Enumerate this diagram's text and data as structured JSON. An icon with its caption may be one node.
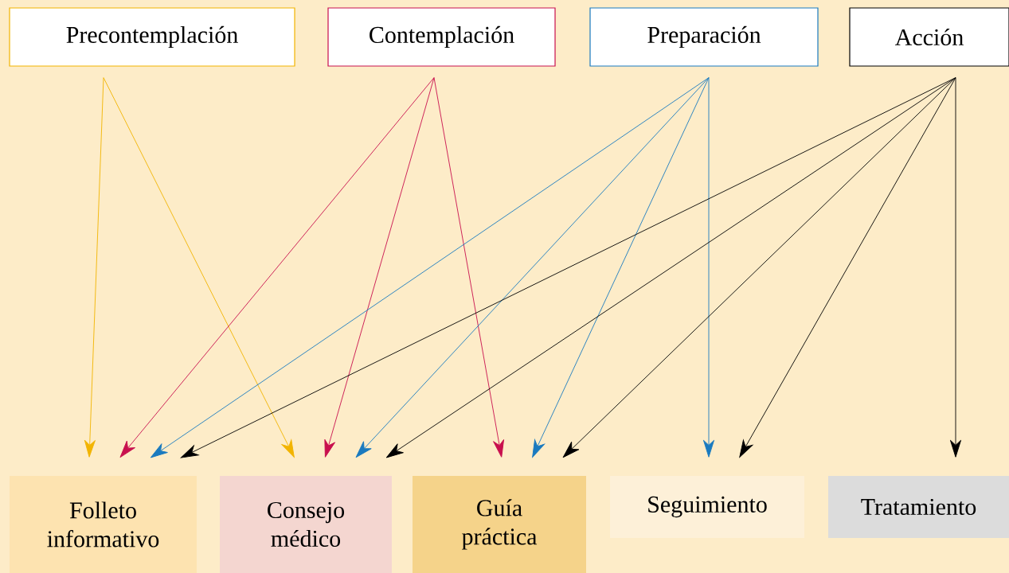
{
  "diagram": {
    "nodes": [
      {
        "text": [
          "Precontemplación"
        ]
      },
      {
        "text": [
          "Contemplación"
        ]
      },
      {
        "text": [
          "Preparación"
        ]
      },
      {
        "text": [
          "Acción"
        ]
      },
      {
        "text": [
          "Folleto informativo"
        ]
      },
      {
        "text": [
          "Consejo médico"
        ]
      },
      {
        "text": [
          "Guía práctica"
        ]
      },
      {
        "text": [
          "Seguimiento"
        ]
      },
      {
        "text": [
          "Tratamiento"
        ]
      }
    ],
    "edges": [
      {
        "from": 0,
        "to": 4,
        "arrow": "to",
        "color": "#f2b400"
      },
      {
        "from": 0,
        "to": 5,
        "arrow": "to",
        "color": "#f2b400"
      },
      {
        "from": 1,
        "to": 4,
        "arrow": "to",
        "color": "#c8104e"
      },
      {
        "from": 1,
        "to": 5,
        "arrow": "to",
        "color": "#c8104e"
      },
      {
        "from": 1,
        "to": 6,
        "arrow": "to",
        "color": "#c8104e"
      },
      {
        "from": 2,
        "to": 4,
        "arrow": "to",
        "color": "#1a7abf"
      },
      {
        "from": 2,
        "to": 5,
        "arrow": "to",
        "color": "#1a7abf"
      },
      {
        "from": 2,
        "to": 6,
        "arrow": "to",
        "color": "#1a7abf"
      },
      {
        "from": 2,
        "to": 7,
        "arrow": "to",
        "color": "#1a7abf"
      },
      {
        "from": 3,
        "to": 4,
        "arrow": "to"
      },
      {
        "from": 3,
        "to": 5,
        "arrow": "to"
      },
      {
        "from": 3,
        "to": 6,
        "arrow": "to"
      },
      {
        "from": 3,
        "to": 7,
        "arrow": "to"
      },
      {
        "from": 3,
        "to": 8,
        "arrow": "to"
      }
    ]
  }
}
